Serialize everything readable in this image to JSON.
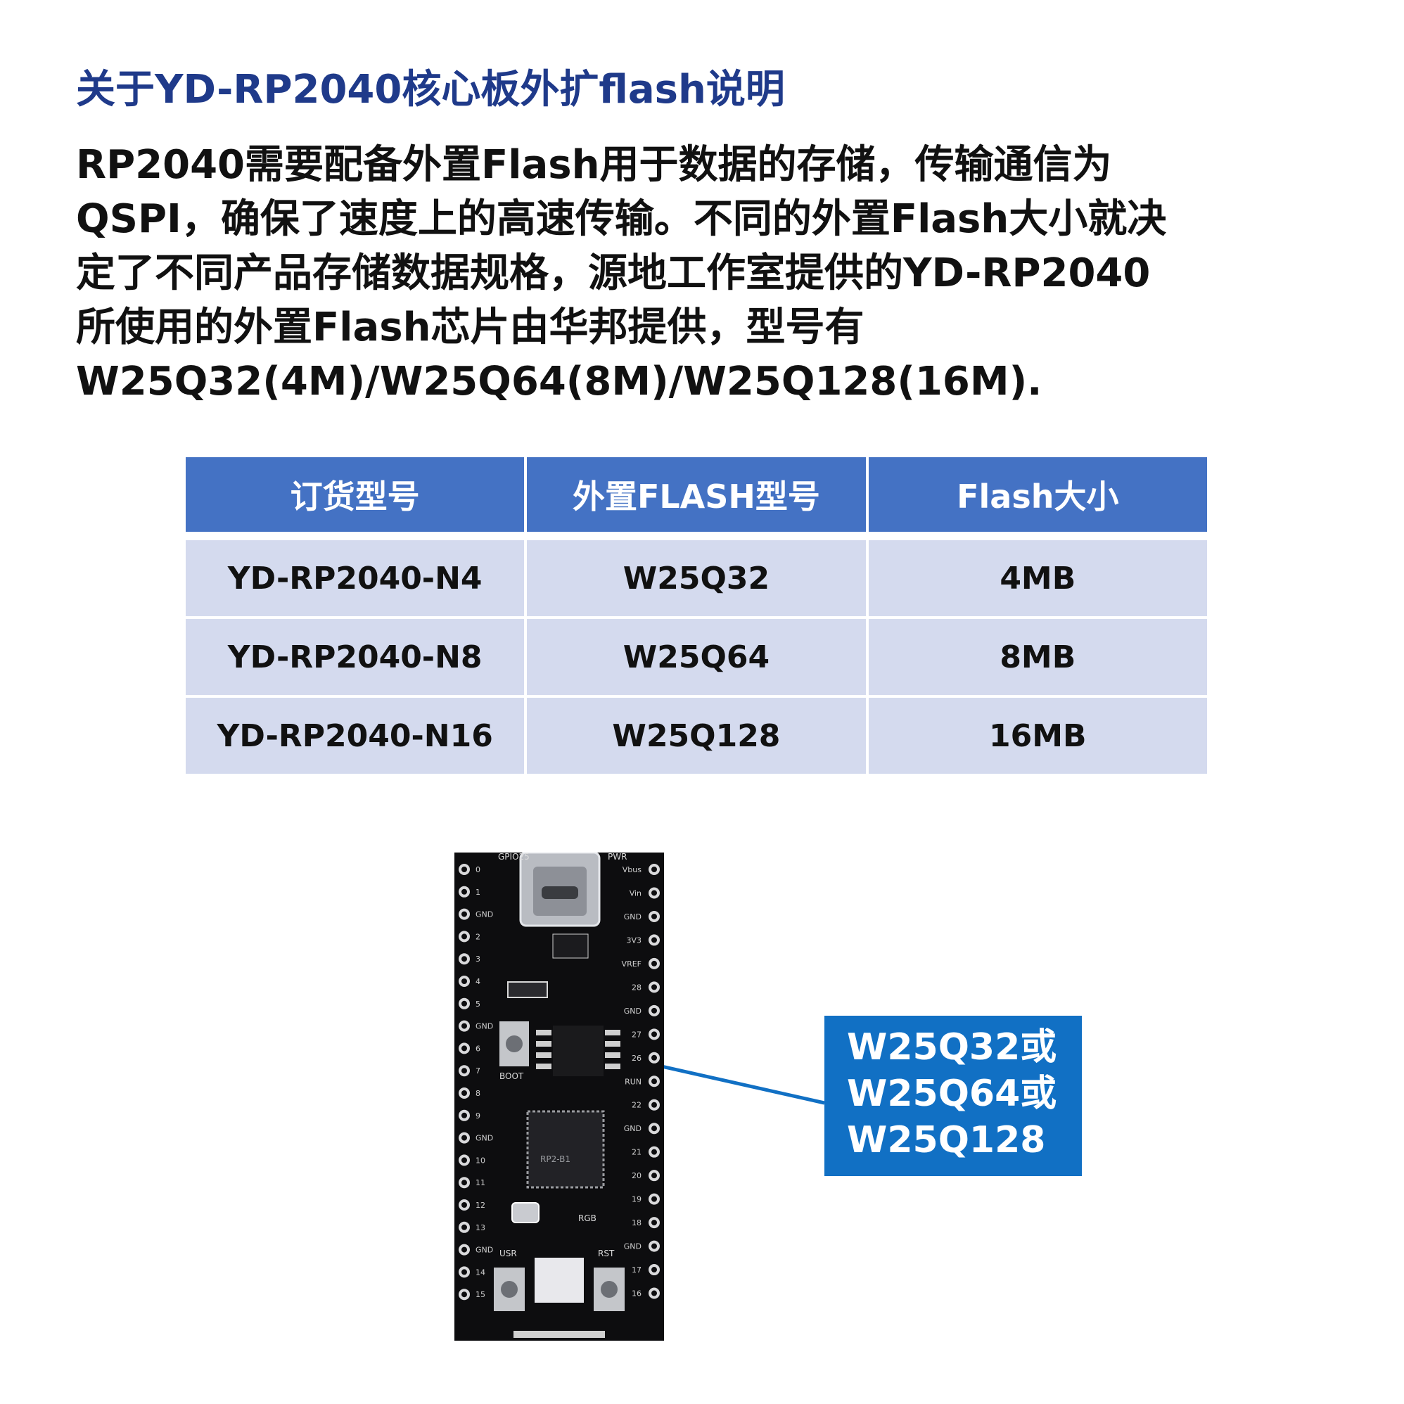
{
  "title": "关于YD-RP2040核心板外扩flash说明",
  "intro_lines": [
    "RP2040需要配备外置Flash用于数据的存储，传输通信为",
    "QSPI，确保了速度上的高速传输。不同的外置Flash大小就决",
    "定了不同产品存储数据规格，源地工作室提供的YD-RP2040",
    "所使用的外置Flash芯片由华邦提供，型号有",
    "W25Q32(4M)/W25Q64(8M)/W25Q128(16M)."
  ],
  "table": {
    "headers": [
      "订货型号",
      "外置FLASH型号",
      "Flash大小"
    ],
    "rows": [
      [
        "YD-RP2040-N4",
        "W25Q32",
        "4MB"
      ],
      [
        "YD-RP2040-N8",
        "W25Q64",
        "8MB"
      ],
      [
        "YD-RP2040-N16",
        "W25Q128",
        "16MB"
      ]
    ]
  },
  "callout": {
    "lines": [
      "W25Q32或",
      "W25Q64或",
      "W25Q128"
    ]
  },
  "board": {
    "labels": {
      "boot": "BOOT",
      "usr": "USR",
      "rst": "RST",
      "rgb": "RGB",
      "pwr": "PWR",
      "gpio25": "GPIO25",
      "chip": "RP2-B1"
    },
    "left_pins": [
      "0",
      "1",
      "GND",
      "2",
      "3",
      "4",
      "5",
      "GND",
      "6",
      "7",
      "8",
      "9",
      "GND",
      "10",
      "11",
      "12",
      "13",
      "GND",
      "14",
      "15"
    ],
    "right_pins": [
      "Vbus",
      "Vin",
      "GND",
      "3V3",
      "VREF",
      "28",
      "GND",
      "27",
      "26",
      "RUN",
      "22",
      "GND",
      "21",
      "20",
      "19",
      "18",
      "GND",
      "17",
      "16"
    ]
  },
  "colors": {
    "title": "#1f3a8a",
    "header_bg": "#4472c4",
    "row_bg": "#d4daee",
    "callout_bg": "#1170c4",
    "board": "#0d0d0f"
  }
}
